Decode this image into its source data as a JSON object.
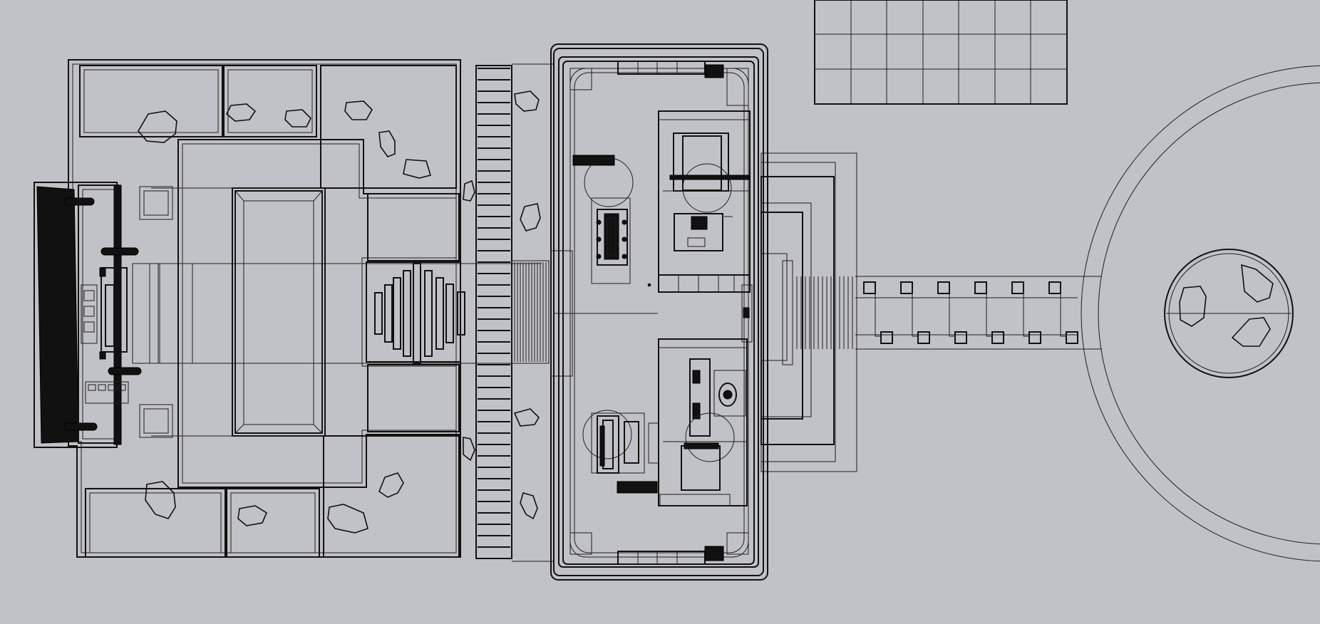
{
  "viewport": {
    "label": "",
    "background": "#c1c2c7",
    "line_color": "#1e1e1e"
  },
  "drawing": {
    "view": "top",
    "elements": [
      "terrace-west",
      "bench-west",
      "central-platform",
      "stepping-blocks",
      "striped-walkway",
      "pavilion",
      "bedroom-upper",
      "bedroom-lower",
      "entry-deck",
      "east-deck",
      "pier",
      "circular-pool",
      "round-island",
      "grid-panel"
    ]
  }
}
